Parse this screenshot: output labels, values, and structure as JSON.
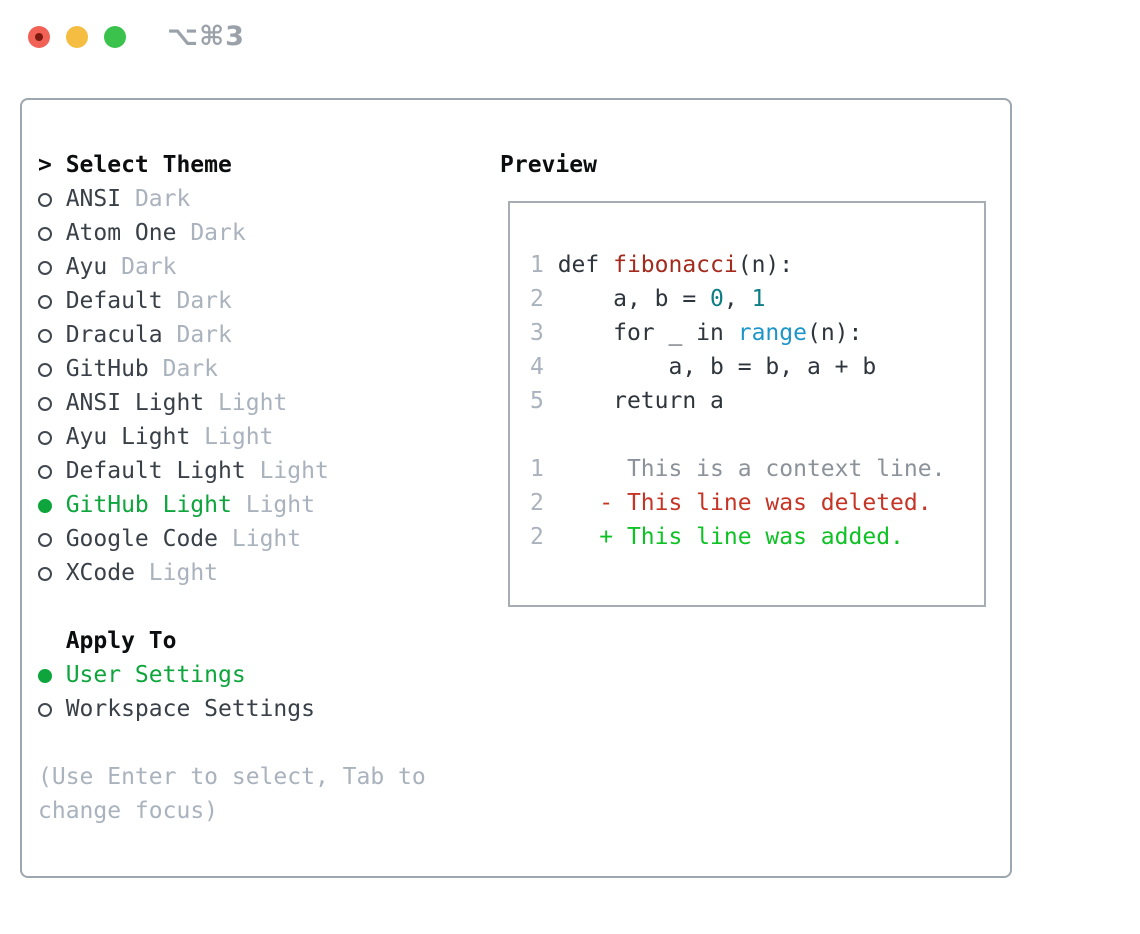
{
  "window": {
    "title": "⌥⌘3"
  },
  "colors": {
    "windowBorder": "#9ea6af",
    "previewBorder": "#a7adb5",
    "headerText": "#0b0d0f",
    "itemText": "#3a4048",
    "mutedText": "#a9b2bd",
    "selectedGreen": "#0da53c",
    "bulletRing": "#42484f",
    "titlebarText": "#9aa1a9",
    "trafficRed": "#f16156",
    "trafficRedDot": "#7c1a10",
    "trafficYellow": "#f5bd41",
    "trafficGreen": "#3bc24d"
  },
  "theme_panel": {
    "pointer": ">",
    "title": "Select Theme",
    "items": [
      {
        "name": "ANSI",
        "variant": "Dark",
        "selected": false
      },
      {
        "name": "Atom One",
        "variant": "Dark",
        "selected": false
      },
      {
        "name": "Ayu",
        "variant": "Dark",
        "selected": false
      },
      {
        "name": "Default",
        "variant": "Dark",
        "selected": false
      },
      {
        "name": "Dracula",
        "variant": "Dark",
        "selected": false
      },
      {
        "name": "GitHub",
        "variant": "Dark",
        "selected": false
      },
      {
        "name": "ANSI Light",
        "variant": "Light",
        "selected": false
      },
      {
        "name": "Ayu Light",
        "variant": "Light",
        "selected": false
      },
      {
        "name": "Default Light",
        "variant": "Light",
        "selected": false
      },
      {
        "name": "GitHub Light",
        "variant": "Light",
        "selected": true
      },
      {
        "name": "Google Code",
        "variant": "Light",
        "selected": false
      },
      {
        "name": "XCode",
        "variant": "Light",
        "selected": false
      }
    ],
    "apply_to": {
      "title": "Apply To",
      "options": [
        {
          "name": "User Settings",
          "selected": true
        },
        {
          "name": "Workspace Settings",
          "selected": false
        }
      ]
    },
    "hint_lines": [
      "(Use Enter to select, Tab to",
      "change focus)"
    ]
  },
  "preview": {
    "title": "Preview",
    "palette": {
      "ln": "#a9b2bd",
      "fg": "#2f353c",
      "func": "#a42a1e",
      "num": "#0e7e86",
      "builtin": "#1e95c9",
      "ctx": "#8b9299",
      "del": "#c63425",
      "add": "#0ec225"
    },
    "lines": [
      {
        "tokens": [
          [
            "ln",
            "1 "
          ],
          [
            "fg",
            "def "
          ],
          [
            "func",
            "fibonacci"
          ],
          [
            "fg",
            "(n):"
          ]
        ]
      },
      {
        "tokens": [
          [
            "ln",
            "2 "
          ],
          [
            "fg",
            "    a, b = "
          ],
          [
            "num",
            "0"
          ],
          [
            "fg",
            ", "
          ],
          [
            "num",
            "1"
          ]
        ]
      },
      {
        "tokens": [
          [
            "ln",
            "3 "
          ],
          [
            "fg",
            "    for _ in "
          ],
          [
            "builtin",
            "range"
          ],
          [
            "fg",
            "(n):"
          ]
        ]
      },
      {
        "tokens": [
          [
            "ln",
            "4 "
          ],
          [
            "fg",
            "        a, b = b, a + b"
          ]
        ]
      },
      {
        "tokens": [
          [
            "ln",
            "5 "
          ],
          [
            "fg",
            "    return a"
          ]
        ]
      },
      {
        "tokens": []
      },
      {
        "tokens": [
          [
            "ln",
            "1"
          ],
          [
            "ctx",
            "      This is a context line."
          ]
        ]
      },
      {
        "tokens": [
          [
            "ln",
            "2"
          ],
          [
            "del",
            "    - This line was deleted."
          ]
        ]
      },
      {
        "tokens": [
          [
            "ln",
            "2"
          ],
          [
            "add",
            "    + This line was added."
          ]
        ]
      }
    ]
  }
}
